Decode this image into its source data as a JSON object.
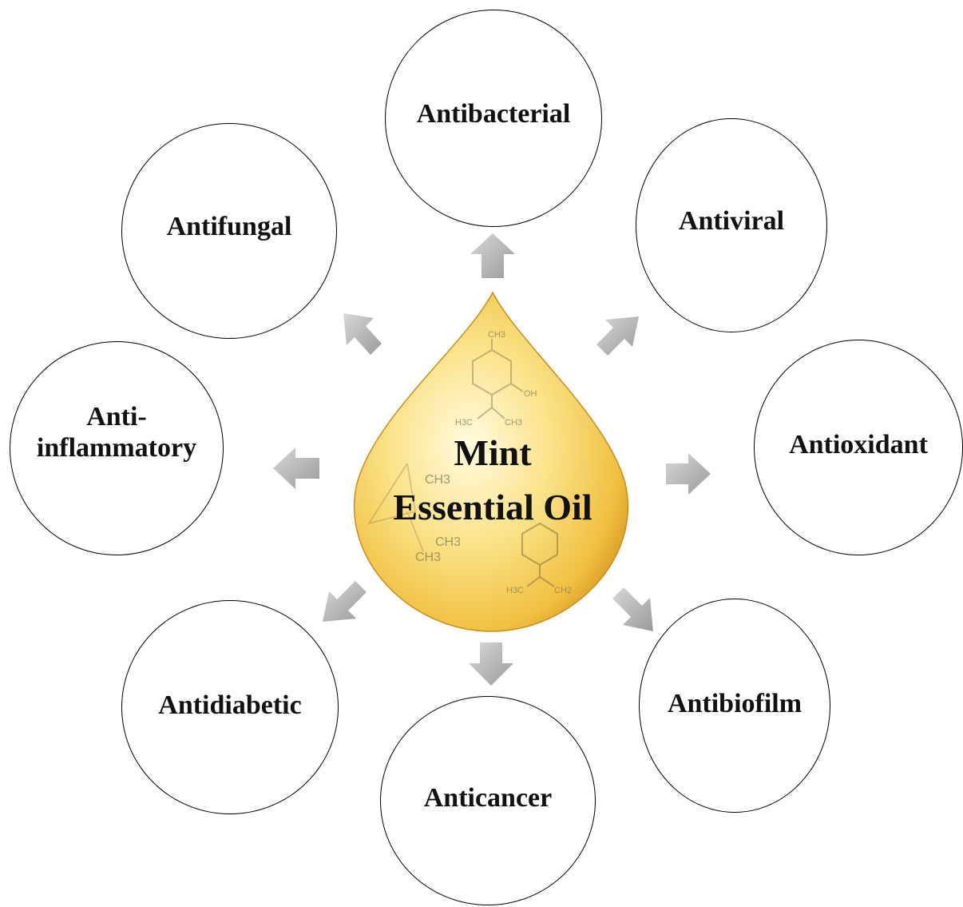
{
  "center": {
    "line1": "Mint",
    "line2": "Essential Oil"
  },
  "properties": [
    {
      "id": "antibacterial",
      "label": "Antibacterial"
    },
    {
      "id": "antiviral",
      "label": "Antiviral"
    },
    {
      "id": "antioxidant",
      "label": "Antioxidant"
    },
    {
      "id": "antibiofilm",
      "label": "Antibiofilm"
    },
    {
      "id": "anticancer",
      "label": "Anticancer"
    },
    {
      "id": "antidiabetic",
      "label": "Antidiabetic"
    },
    {
      "id": "antiinflammatory",
      "label": "Anti-\ninflammatory"
    },
    {
      "id": "antifungal",
      "label": "Antifungal"
    }
  ],
  "chemistry": {
    "ch3": "CH3",
    "oh": "OH",
    "h3c": "H3C",
    "ch2": "CH2"
  },
  "colors": {
    "drop_light": "#fff8c8",
    "drop_mid": "#f7d35a",
    "drop_dark": "#e3a92a",
    "arrow": "#a8a8a8"
  }
}
